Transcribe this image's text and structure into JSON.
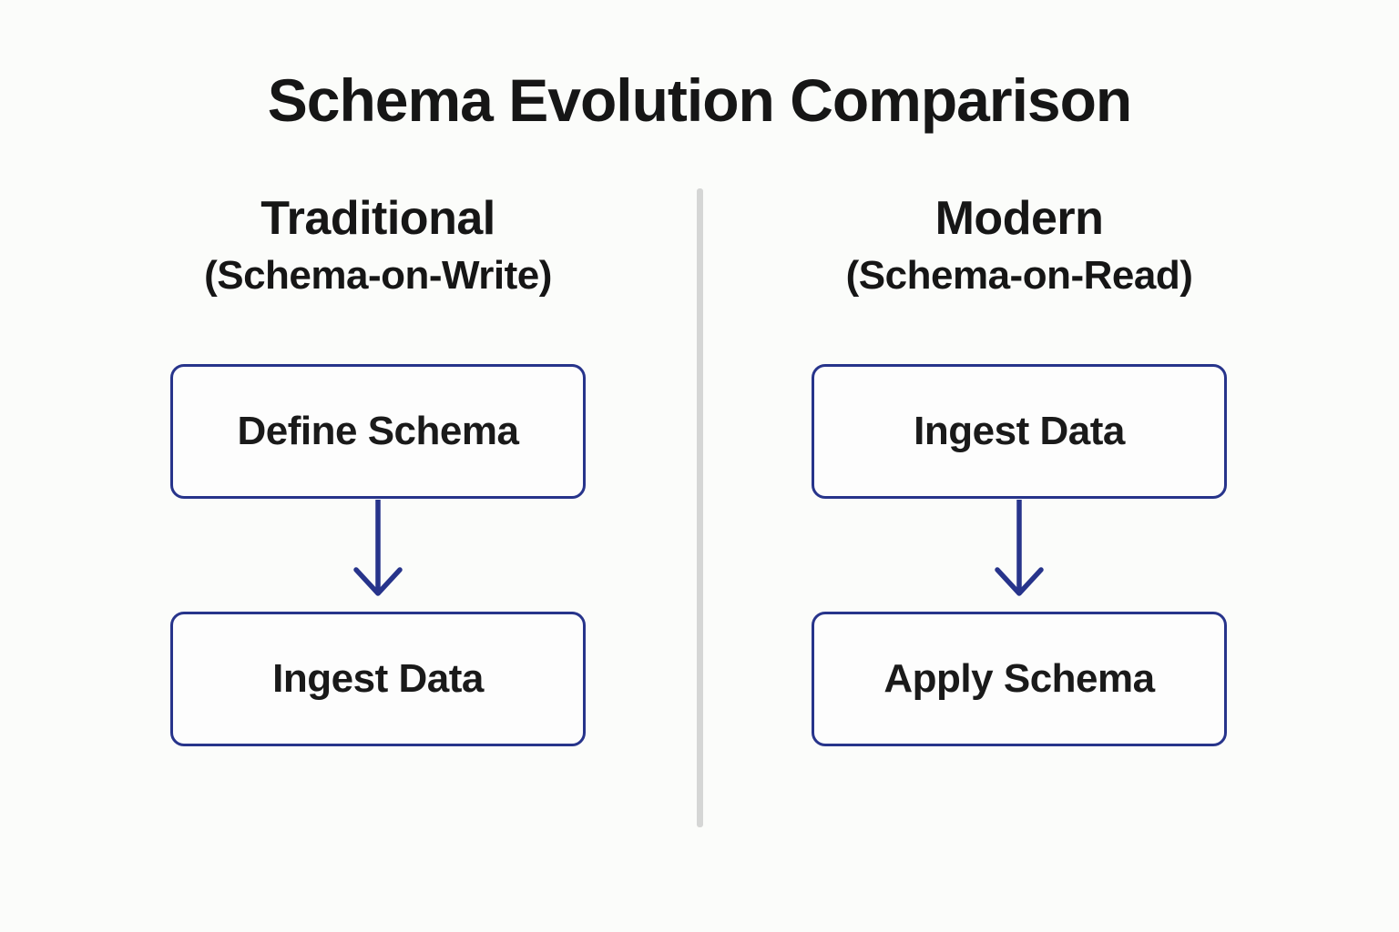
{
  "title": "Schema Evolution Comparison",
  "colors": {
    "accent": "#27348b",
    "text": "#161616",
    "divider": "#d5d6d5",
    "background": "#fbfcfa",
    "box_bg": "#fdfdfd",
    "box_text": "#1a1a1a"
  },
  "columns": [
    {
      "heading": "Traditional",
      "subheading": "(Schema-on-Write)",
      "steps": [
        "Define Schema",
        "Ingest Data"
      ]
    },
    {
      "heading": "Modern",
      "subheading": "(Schema-on-Read)",
      "steps": [
        "Ingest Data",
        "Apply Schema"
      ]
    }
  ]
}
